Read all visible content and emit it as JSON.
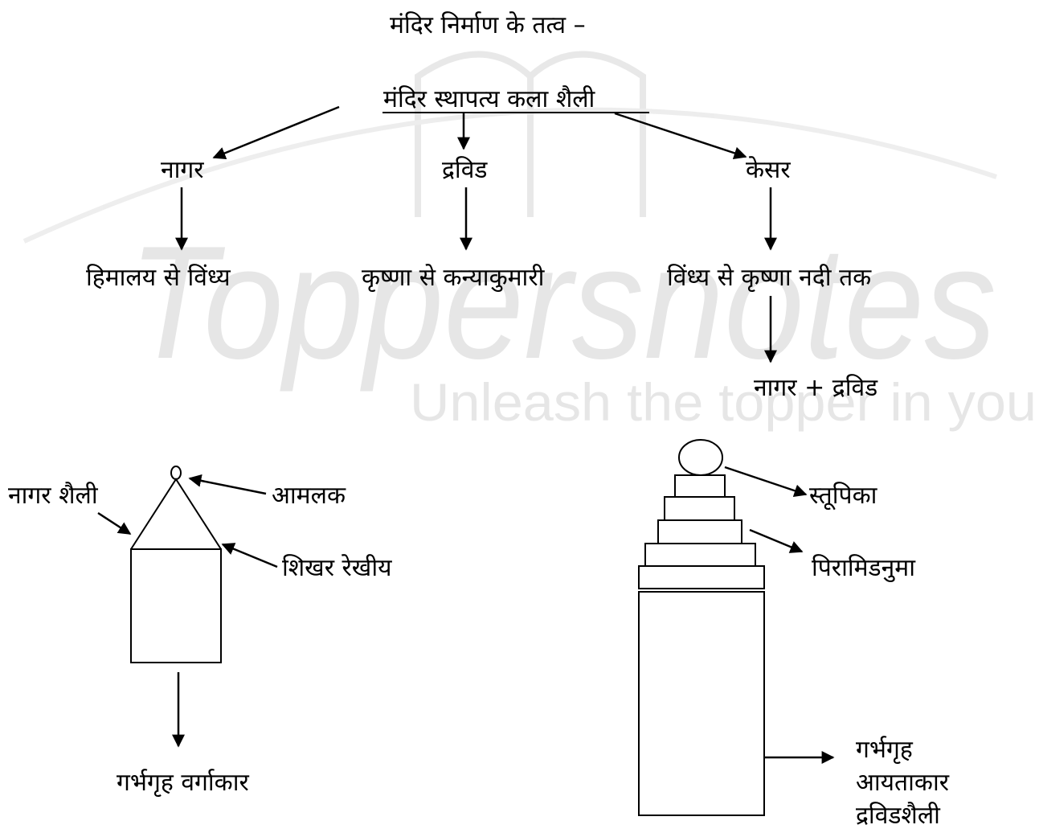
{
  "watermark": {
    "brand": "Toppersnotes",
    "tagline": "Unleash the topper in you"
  },
  "diagram": {
    "heading": "मंदिर निर्माण के तत्व –",
    "root": "मंदिर स्थापत्य कला शैली",
    "styles": [
      {
        "name": "नागर",
        "region": "हिमालय से विंध्य"
      },
      {
        "name": "द्रविड",
        "region": "कृष्णा से कन्याकुमारी"
      },
      {
        "name": "केसर",
        "region": "विंध्य से कृष्णा नदी तक",
        "combination": "नागर + द्रविड"
      }
    ],
    "nagara_figure": {
      "style_label": "नागर शैली",
      "amalaka": "आमलक",
      "shikhara": "शिखर रेखीय",
      "garbhagriha": "गर्भगृह वर्गाकार"
    },
    "dravida_figure": {
      "stupika": "स्तूपिका",
      "pyramid": "पिरामिडनुमा",
      "garbhagriha_line1": "गर्भगृह",
      "garbhagriha_line2": "आयताकार",
      "garbhagriha_line3": "द्रविडशैली"
    }
  }
}
